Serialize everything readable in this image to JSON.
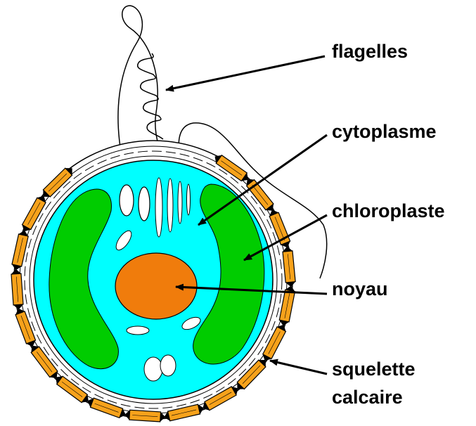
{
  "labels": {
    "flagelles": "flagelles",
    "cytoplasme": "cytoplasme",
    "chloroplaste": "chloroplaste",
    "noyau": "noyau",
    "squelette_line1": "squelette",
    "squelette_line2": "calcaire"
  },
  "colors": {
    "cytoplasm": "#00ffff",
    "chloroplast": "#00cc00",
    "nucleus": "#f07c0c",
    "plate": "#f7a21b",
    "outline": "#000000",
    "vesicle": "#ffffff"
  }
}
